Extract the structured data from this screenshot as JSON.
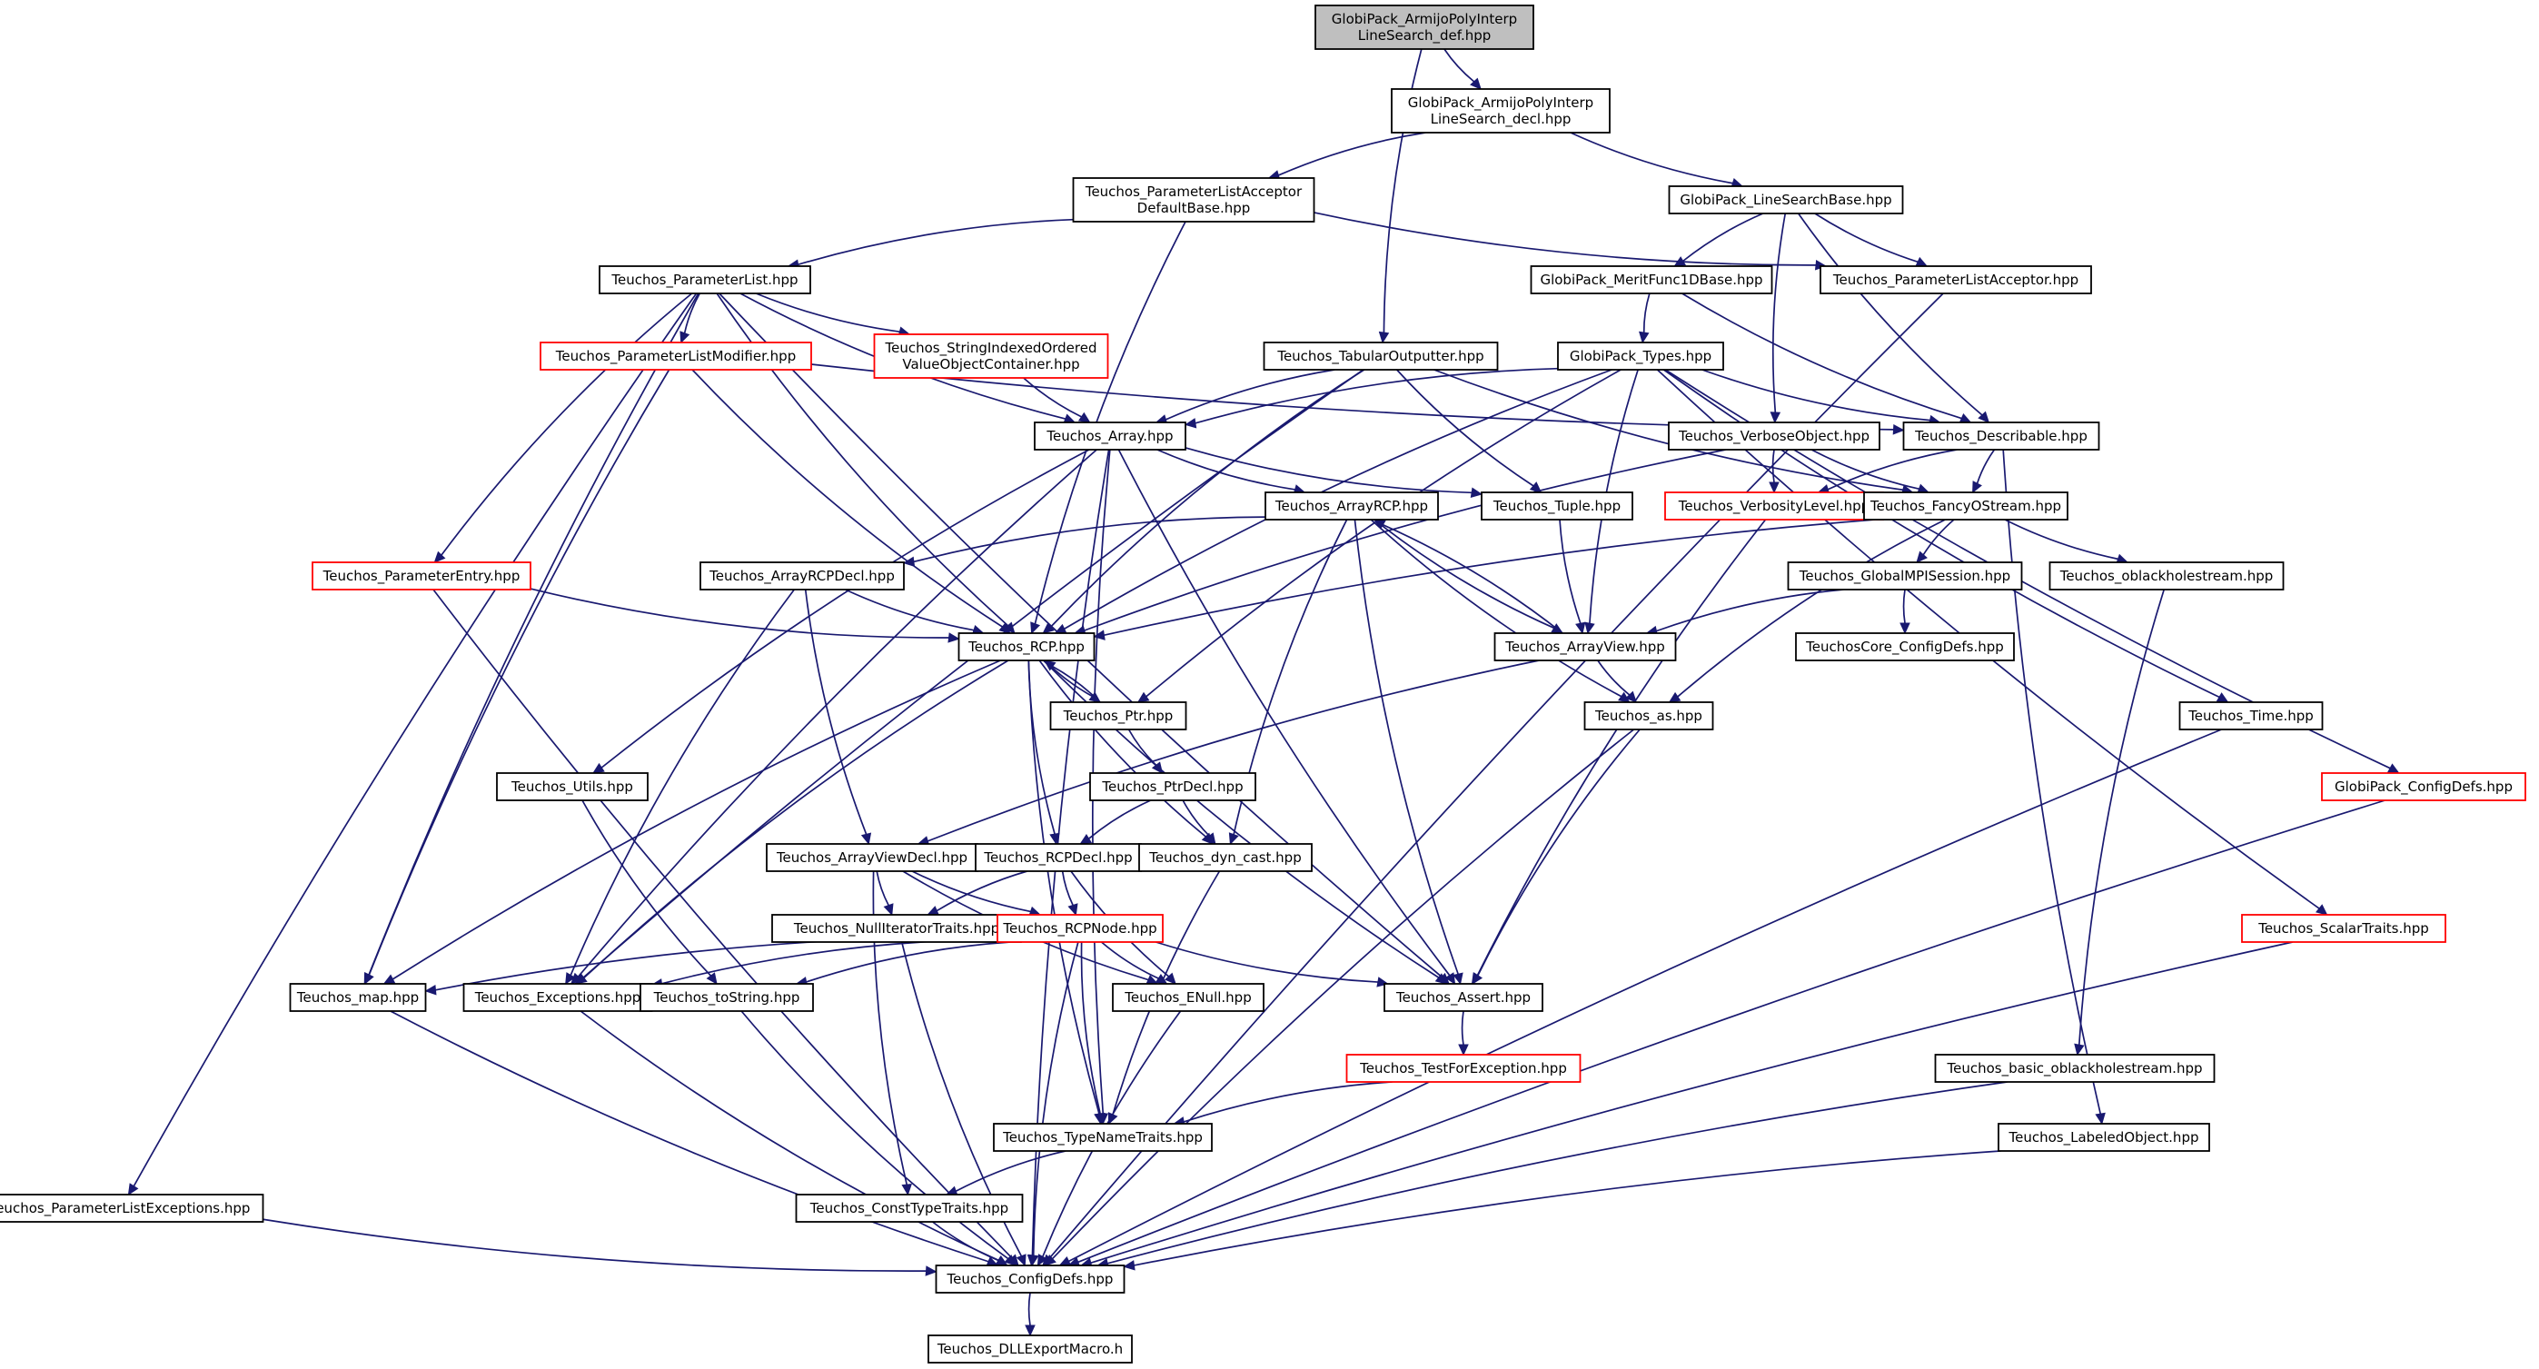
{
  "colors": {
    "edge": "#191970",
    "border_normal": "#000000",
    "border_truncated": "#ff0000",
    "root_fill": "#bfbfbf",
    "node_fill": "#ffffff"
  },
  "nodes": [
    {
      "id": "def",
      "lines": [
        "GlobiPack_ArmijoPolyInterp",
        "LineSearch_def.hpp"
      ],
      "style": "root"
    },
    {
      "id": "decl",
      "lines": [
        "GlobiPack_ArmijoPolyInterp",
        "LineSearch_decl.hpp"
      ],
      "style": "normal"
    },
    {
      "id": "plad",
      "lines": [
        "Teuchos_ParameterListAcceptor",
        "DefaultBase.hpp"
      ],
      "style": "normal"
    },
    {
      "id": "lsb",
      "lines": [
        "GlobiPack_LineSearchBase.hpp"
      ],
      "style": "normal"
    },
    {
      "id": "pl",
      "lines": [
        "Teuchos_ParameterList.hpp"
      ],
      "style": "normal"
    },
    {
      "id": "mf1d",
      "lines": [
        "GlobiPack_MeritFunc1DBase.hpp"
      ],
      "style": "normal"
    },
    {
      "id": "pla",
      "lines": [
        "Teuchos_ParameterListAcceptor.hpp"
      ],
      "style": "normal"
    },
    {
      "id": "plm",
      "lines": [
        "Teuchos_ParameterListModifier.hpp"
      ],
      "style": "truncated"
    },
    {
      "id": "sio",
      "lines": [
        "Teuchos_StringIndexedOrdered",
        "ValueObjectContainer.hpp"
      ],
      "style": "truncated"
    },
    {
      "id": "tab",
      "lines": [
        "Teuchos_TabularOutputter.hpp"
      ],
      "style": "normal"
    },
    {
      "id": "gtypes",
      "lines": [
        "GlobiPack_Types.hpp"
      ],
      "style": "normal"
    },
    {
      "id": "array",
      "lines": [
        "Teuchos_Array.hpp"
      ],
      "style": "normal"
    },
    {
      "id": "verbose",
      "lines": [
        "Teuchos_VerboseObject.hpp"
      ],
      "style": "normal"
    },
    {
      "id": "descr",
      "lines": [
        "Teuchos_Describable.hpp"
      ],
      "style": "normal"
    },
    {
      "id": "arcp",
      "lines": [
        "Teuchos_ArrayRCP.hpp"
      ],
      "style": "normal"
    },
    {
      "id": "tuple",
      "lines": [
        "Teuchos_Tuple.hpp"
      ],
      "style": "normal"
    },
    {
      "id": "vlevel",
      "lines": [
        "Teuchos_VerbosityLevel.hpp"
      ],
      "style": "truncated"
    },
    {
      "id": "fos",
      "lines": [
        "Teuchos_FancyOStream.hpp"
      ],
      "style": "normal"
    },
    {
      "id": "pe",
      "lines": [
        "Teuchos_ParameterEntry.hpp"
      ],
      "style": "truncated"
    },
    {
      "id": "arcpdecl",
      "lines": [
        "Teuchos_ArrayRCPDecl.hpp"
      ],
      "style": "normal"
    },
    {
      "id": "gmpi",
      "lines": [
        "Teuchos_GlobalMPISession.hpp"
      ],
      "style": "normal"
    },
    {
      "id": "obh",
      "lines": [
        "Teuchos_oblackholestream.hpp"
      ],
      "style": "normal"
    },
    {
      "id": "rcp",
      "lines": [
        "Teuchos_RCP.hpp"
      ],
      "style": "normal"
    },
    {
      "id": "aview",
      "lines": [
        "Teuchos_ArrayView.hpp"
      ],
      "style": "normal"
    },
    {
      "id": "cdefs",
      "lines": [
        "TeuchosCore_ConfigDefs.hpp"
      ],
      "style": "normal"
    },
    {
      "id": "ptr",
      "lines": [
        "Teuchos_Ptr.hpp"
      ],
      "style": "normal"
    },
    {
      "id": "as",
      "lines": [
        "Teuchos_as.hpp"
      ],
      "style": "normal"
    },
    {
      "id": "time",
      "lines": [
        "Teuchos_Time.hpp"
      ],
      "style": "normal"
    },
    {
      "id": "utils",
      "lines": [
        "Teuchos_Utils.hpp"
      ],
      "style": "normal"
    },
    {
      "id": "ptrdecl",
      "lines": [
        "Teuchos_PtrDecl.hpp"
      ],
      "style": "normal"
    },
    {
      "id": "gcdefs",
      "lines": [
        "GlobiPack_ConfigDefs.hpp"
      ],
      "style": "truncated"
    },
    {
      "id": "avdecl",
      "lines": [
        "Teuchos_ArrayViewDecl.hpp"
      ],
      "style": "normal"
    },
    {
      "id": "rcpdecl",
      "lines": [
        "Teuchos_RCPDecl.hpp"
      ],
      "style": "normal"
    },
    {
      "id": "dyncast",
      "lines": [
        "Teuchos_dyn_cast.hpp"
      ],
      "style": "normal"
    },
    {
      "id": "nit",
      "lines": [
        "Teuchos_NullIteratorTraits.hpp"
      ],
      "style": "normal"
    },
    {
      "id": "rcpnode",
      "lines": [
        "Teuchos_RCPNode.hpp"
      ],
      "style": "truncated"
    },
    {
      "id": "st",
      "lines": [
        "Teuchos_ScalarTraits.hpp"
      ],
      "style": "truncated"
    },
    {
      "id": "map",
      "lines": [
        "Teuchos_map.hpp"
      ],
      "style": "normal"
    },
    {
      "id": "exc",
      "lines": [
        "Teuchos_Exceptions.hpp"
      ],
      "style": "normal"
    },
    {
      "id": "tostr",
      "lines": [
        "Teuchos_toString.hpp"
      ],
      "style": "normal"
    },
    {
      "id": "enull",
      "lines": [
        "Teuchos_ENull.hpp"
      ],
      "style": "normal"
    },
    {
      "id": "assert",
      "lines": [
        "Teuchos_Assert.hpp"
      ],
      "style": "normal"
    },
    {
      "id": "tfe",
      "lines": [
        "Teuchos_TestForException.hpp"
      ],
      "style": "truncated"
    },
    {
      "id": "bobh",
      "lines": [
        "Teuchos_basic_oblackholestream.hpp"
      ],
      "style": "normal"
    },
    {
      "id": "tnt",
      "lines": [
        "Teuchos_TypeNameTraits.hpp"
      ],
      "style": "normal"
    },
    {
      "id": "lobj",
      "lines": [
        "Teuchos_LabeledObject.hpp"
      ],
      "style": "normal"
    },
    {
      "id": "ple",
      "lines": [
        "Teuchos_ParameterListExceptions.hpp"
      ],
      "style": "normal"
    },
    {
      "id": "ctt",
      "lines": [
        "Teuchos_ConstTypeTraits.hpp"
      ],
      "style": "normal"
    },
    {
      "id": "configdefs",
      "lines": [
        "Teuchos_ConfigDefs.hpp"
      ],
      "style": "normal"
    },
    {
      "id": "dll",
      "lines": [
        "Teuchos_DLLExportMacro.h"
      ],
      "style": "normal"
    }
  ],
  "edges": [
    [
      "def",
      "decl"
    ],
    [
      "def",
      "tab"
    ],
    [
      "decl",
      "plad"
    ],
    [
      "decl",
      "lsb"
    ],
    [
      "plad",
      "pl"
    ],
    [
      "plad",
      "pla"
    ],
    [
      "plad",
      "rcp"
    ],
    [
      "lsb",
      "mf1d"
    ],
    [
      "lsb",
      "pla"
    ],
    [
      "lsb",
      "verbose"
    ],
    [
      "lsb",
      "descr"
    ],
    [
      "mf1d",
      "gtypes"
    ],
    [
      "mf1d",
      "descr"
    ],
    [
      "pla",
      "configdefs"
    ],
    [
      "pl",
      "plm"
    ],
    [
      "pl",
      "sio"
    ],
    [
      "pl",
      "array"
    ],
    [
      "pl",
      "pe"
    ],
    [
      "pl",
      "rcp"
    ],
    [
      "pl",
      "map"
    ],
    [
      "pl",
      "ple"
    ],
    [
      "pl",
      "assert"
    ],
    [
      "plm",
      "rcp"
    ],
    [
      "plm",
      "map"
    ],
    [
      "plm",
      "descr"
    ],
    [
      "sio",
      "array"
    ],
    [
      "tab",
      "array"
    ],
    [
      "tab",
      "rcp"
    ],
    [
      "tab",
      "tuple"
    ],
    [
      "tab",
      "fos"
    ],
    [
      "tab",
      "exc"
    ],
    [
      "gtypes",
      "array"
    ],
    [
      "gtypes",
      "aview"
    ],
    [
      "gtypes",
      "ptr"
    ],
    [
      "gtypes",
      "rcp"
    ],
    [
      "gtypes",
      "time"
    ],
    [
      "gtypes",
      "st"
    ],
    [
      "gtypes",
      "gcdefs"
    ],
    [
      "gtypes",
      "descr"
    ],
    [
      "array",
      "arcp"
    ],
    [
      "array",
      "tuple"
    ],
    [
      "array",
      "utils"
    ],
    [
      "array",
      "assert"
    ],
    [
      "array",
      "configdefs"
    ],
    [
      "array",
      "exc"
    ],
    [
      "array",
      "tnt"
    ],
    [
      "verbose",
      "vlevel"
    ],
    [
      "verbose",
      "fos"
    ],
    [
      "verbose",
      "rcp"
    ],
    [
      "descr",
      "fos"
    ],
    [
      "descr",
      "vlevel"
    ],
    [
      "descr",
      "lobj"
    ],
    [
      "arcp",
      "arcpdecl"
    ],
    [
      "arcp",
      "aview"
    ],
    [
      "arcp",
      "as"
    ],
    [
      "arcp",
      "dyncast"
    ],
    [
      "arcp",
      "assert"
    ],
    [
      "tuple",
      "aview"
    ],
    [
      "vlevel",
      "assert"
    ],
    [
      "fos",
      "gmpi"
    ],
    [
      "fos",
      "obh"
    ],
    [
      "fos",
      "rcp"
    ],
    [
      "fos",
      "as"
    ],
    [
      "pe",
      "rcp"
    ],
    [
      "pe",
      "configdefs"
    ],
    [
      "arcpdecl",
      "rcp"
    ],
    [
      "arcpdecl",
      "avdecl"
    ],
    [
      "arcpdecl",
      "exc"
    ],
    [
      "gmpi",
      "cdefs"
    ],
    [
      "gmpi",
      "aview"
    ],
    [
      "obh",
      "bobh"
    ],
    [
      "rcp",
      "ptr"
    ],
    [
      "rcp",
      "rcpdecl"
    ],
    [
      "rcp",
      "dyncast"
    ],
    [
      "rcp",
      "exc"
    ],
    [
      "rcp",
      "map"
    ],
    [
      "rcp",
      "assert"
    ],
    [
      "rcp",
      "tnt"
    ],
    [
      "aview",
      "arcp"
    ],
    [
      "aview",
      "as"
    ],
    [
      "aview",
      "avdecl"
    ],
    [
      "ptr",
      "rcp"
    ],
    [
      "ptr",
      "ptrdecl"
    ],
    [
      "as",
      "assert"
    ],
    [
      "as",
      "configdefs"
    ],
    [
      "time",
      "configdefs"
    ],
    [
      "utils",
      "tostr"
    ],
    [
      "ptrdecl",
      "rcpdecl"
    ],
    [
      "ptrdecl",
      "dyncast"
    ],
    [
      "gcdefs",
      "configdefs"
    ],
    [
      "avdecl",
      "nit"
    ],
    [
      "avdecl",
      "rcpnode"
    ],
    [
      "avdecl",
      "enull"
    ],
    [
      "avdecl",
      "ctt"
    ],
    [
      "rcpdecl",
      "rcpnode"
    ],
    [
      "rcpdecl",
      "nit"
    ],
    [
      "rcpdecl",
      "enull"
    ],
    [
      "dyncast",
      "tnt"
    ],
    [
      "nit",
      "configdefs"
    ],
    [
      "rcpnode",
      "map"
    ],
    [
      "rcpnode",
      "exc"
    ],
    [
      "rcpnode",
      "tostr"
    ],
    [
      "rcpnode",
      "enull"
    ],
    [
      "rcpnode",
      "assert"
    ],
    [
      "rcpnode",
      "tnt"
    ],
    [
      "rcpnode",
      "configdefs"
    ],
    [
      "st",
      "configdefs"
    ],
    [
      "map",
      "configdefs"
    ],
    [
      "exc",
      "configdefs"
    ],
    [
      "tostr",
      "configdefs"
    ],
    [
      "enull",
      "configdefs"
    ],
    [
      "assert",
      "tfe"
    ],
    [
      "tfe",
      "tnt"
    ],
    [
      "bobh",
      "configdefs"
    ],
    [
      "tnt",
      "ctt"
    ],
    [
      "lobj",
      "configdefs"
    ],
    [
      "ple",
      "configdefs"
    ],
    [
      "ctt",
      "configdefs"
    ],
    [
      "configdefs",
      "dll"
    ]
  ]
}
